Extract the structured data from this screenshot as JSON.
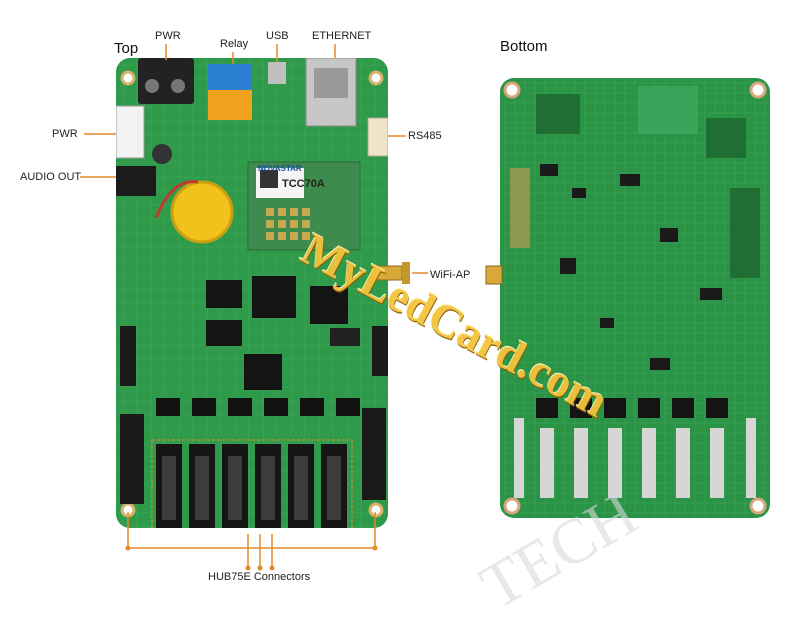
{
  "titles": {
    "top": "Top",
    "bottom": "Bottom"
  },
  "labels": {
    "pwr_top": "PWR",
    "relay": "Relay",
    "usb": "USB",
    "ethernet": "ETHERNET",
    "pwr_side": "PWR",
    "audio_out": "AUDIO OUT",
    "rs485": "RS485",
    "wifi_ap": "WiFi-AP",
    "hub75e": "HUB75E Connectors"
  },
  "chip": {
    "brand": "NOVASTAR",
    "model": "TCC70A"
  },
  "watermark": {
    "text": "MyLedCard.com",
    "faint": "TECH"
  },
  "colors": {
    "pcb": "#2f9a4a",
    "pcb_dark": "#1f6e34",
    "leader": "#e58a2a",
    "watermark": "#f3c33d"
  }
}
